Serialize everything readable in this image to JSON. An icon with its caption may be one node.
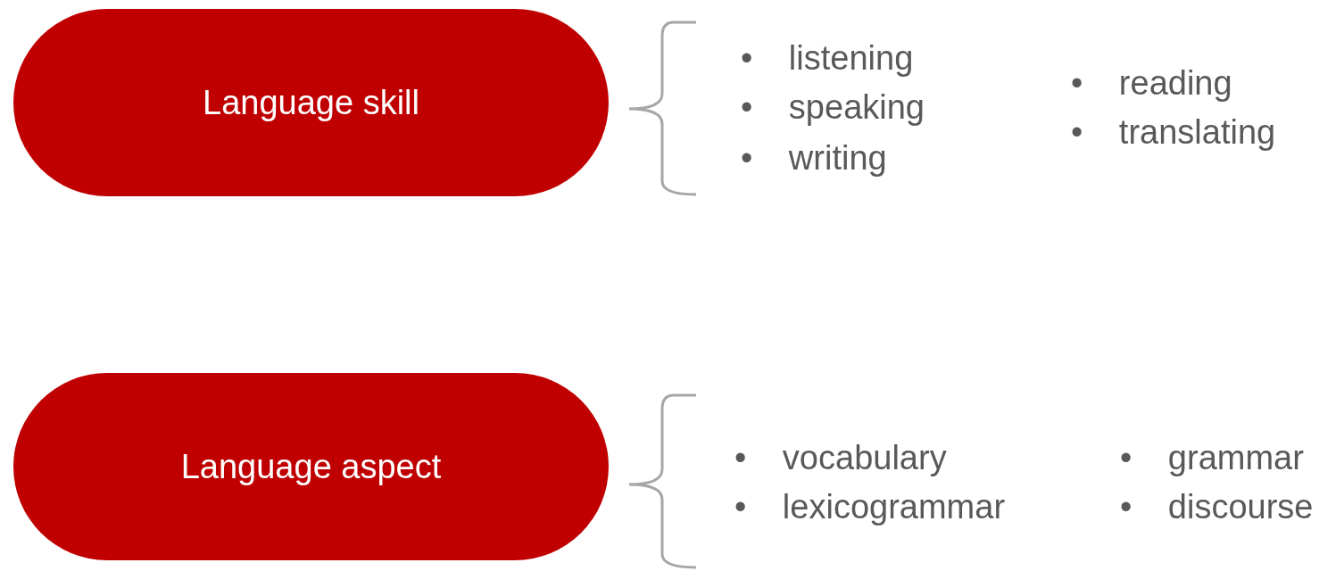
{
  "diagram": {
    "nodes": [
      {
        "text": [
          "Language skill"
        ]
      },
      {
        "text": [
          "Language aspect"
        ]
      }
    ],
    "edges": [],
    "labels": [
      "• listening",
      "• speaking",
      "• writing",
      "• reading",
      "• translating",
      "• vocabulary",
      "• lexicogrammar",
      "• grammar",
      "• discourse"
    ]
  }
}
